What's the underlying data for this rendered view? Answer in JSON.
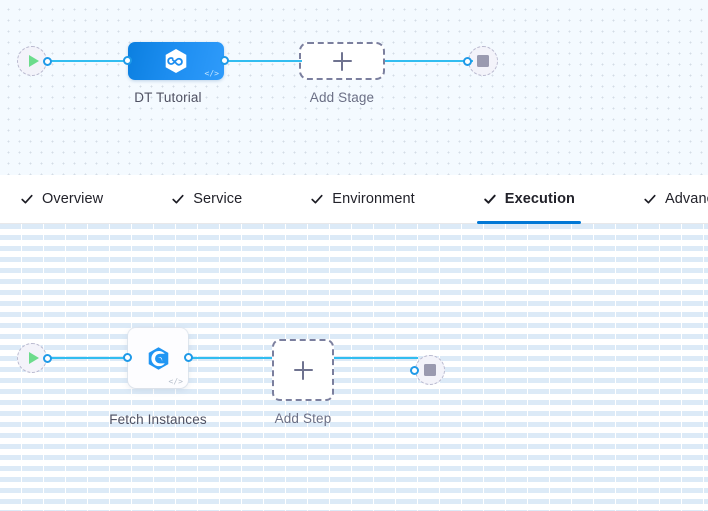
{
  "colors": {
    "accent_blue": "#0278d5",
    "link_line": "#32bdf0",
    "port_ring": "#1f9ae8",
    "stage_card_blue": "#1c8df0",
    "play_green": "#6cdc8c",
    "stop_gray": "#9a9ab0",
    "dashed_gray": "#7b7f9e",
    "stage_canvas_bg": "#f4faff",
    "step_canvas_bg": "#ffffff",
    "tab_text": "#22222a",
    "caption_text": "#4f5162"
  },
  "stage_canvas": {
    "name": "pipeline-stage-canvas",
    "start_node": {
      "icon": "play-icon"
    },
    "end_node": {
      "icon": "stop-square-icon"
    },
    "stages": [
      {
        "label": "DT Tutorial",
        "icon": "harness-cd-hexagon-icon",
        "badge": "code-angle-brackets-icon",
        "selected": true
      }
    ],
    "add_stage": {
      "label": "Add Stage",
      "icon": "plus-icon"
    }
  },
  "tab_bar": {
    "tabs": [
      {
        "label": "Overview",
        "icon": "check-icon",
        "active": false
      },
      {
        "label": "Service",
        "icon": "check-icon",
        "active": false
      },
      {
        "label": "Environment",
        "icon": "check-icon",
        "active": false
      },
      {
        "label": "Execution",
        "icon": "check-icon",
        "active": true
      },
      {
        "label": "Advanced",
        "icon": "check-icon",
        "active": false
      }
    ]
  },
  "step_canvas": {
    "name": "execution-steps-canvas",
    "start_node": {
      "icon": "play-icon"
    },
    "end_node": {
      "icon": "stop-square-icon"
    },
    "steps": [
      {
        "label": "Fetch Instances",
        "icon": "spot-elastigroup-hexagon-icon",
        "badge": "code-angle-brackets-icon"
      }
    ],
    "add_step": {
      "label": "Add Step",
      "icon": "plus-icon"
    }
  }
}
